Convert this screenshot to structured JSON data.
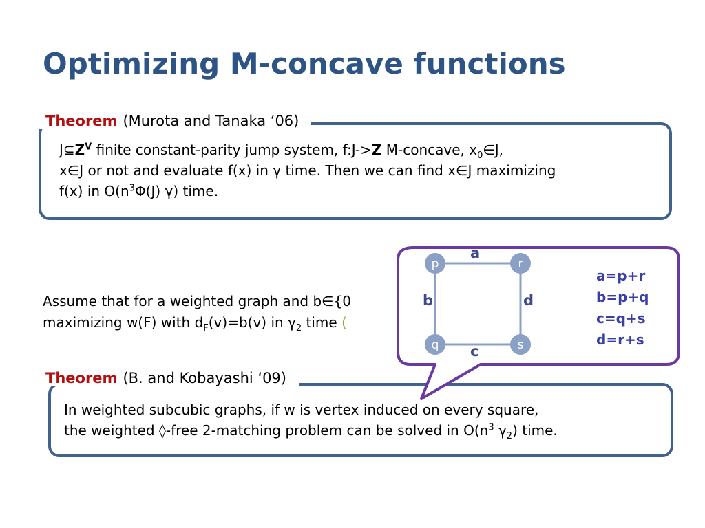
{
  "title": "Optimizing M-concave functions",
  "theorem1": {
    "keyword": "Theorem",
    "citation": "(Murota and Tanaka ‘06)",
    "line1": {
      "a": "J⊆",
      "b": "Z",
      "c": "V",
      "d": " finite constant-parity jump system, f:J->",
      "e": "Z",
      "f": " M-concave, x",
      "g": "0",
      "h": "∈J,"
    },
    "line2": "x∈J or not and evaluate f(x) in γ time. Then we can find x∈J maximizing",
    "line3": {
      "a": "f(x) in O(n",
      "b": "3",
      "c": "Φ(J) γ) time."
    }
  },
  "assume": {
    "line1": "Assume that for a weighted graph and b∈{0",
    "line2": {
      "a": "maximizing w(F) with d",
      "b": "F",
      "c": "(v)=b(v) in γ",
      "d": "2",
      "e": " time ",
      "f": "("
    }
  },
  "callout": {
    "vertices": {
      "p": "p",
      "r": "r",
      "q": "q",
      "s": "s"
    },
    "edges": {
      "top": "a",
      "left": "b",
      "right": "d",
      "bottom": "c"
    },
    "equations": [
      "a=p+r",
      "b=p+q",
      "c=q+s",
      "d=r+s"
    ],
    "colors": {
      "border": "#6a3aa0",
      "vertex": "#8aa0c4",
      "edge": "#8aa0c4",
      "labels": "#3f4a8a"
    }
  },
  "theorem2": {
    "keyword": "Theorem",
    "citation": "(B. and Kobayashi ‘09)",
    "line1": "In weighted subcubic graphs, if w is vertex induced on every square,",
    "line2": {
      "a": "the weighted ◊-free 2-matching problem can be solved in O(n",
      "b": "3",
      "c": " γ",
      "d": "2",
      "e": ") time."
    }
  },
  "colors": {
    "title": "#2e5486",
    "keyword": "#b01010",
    "box_border": "#41628f"
  }
}
